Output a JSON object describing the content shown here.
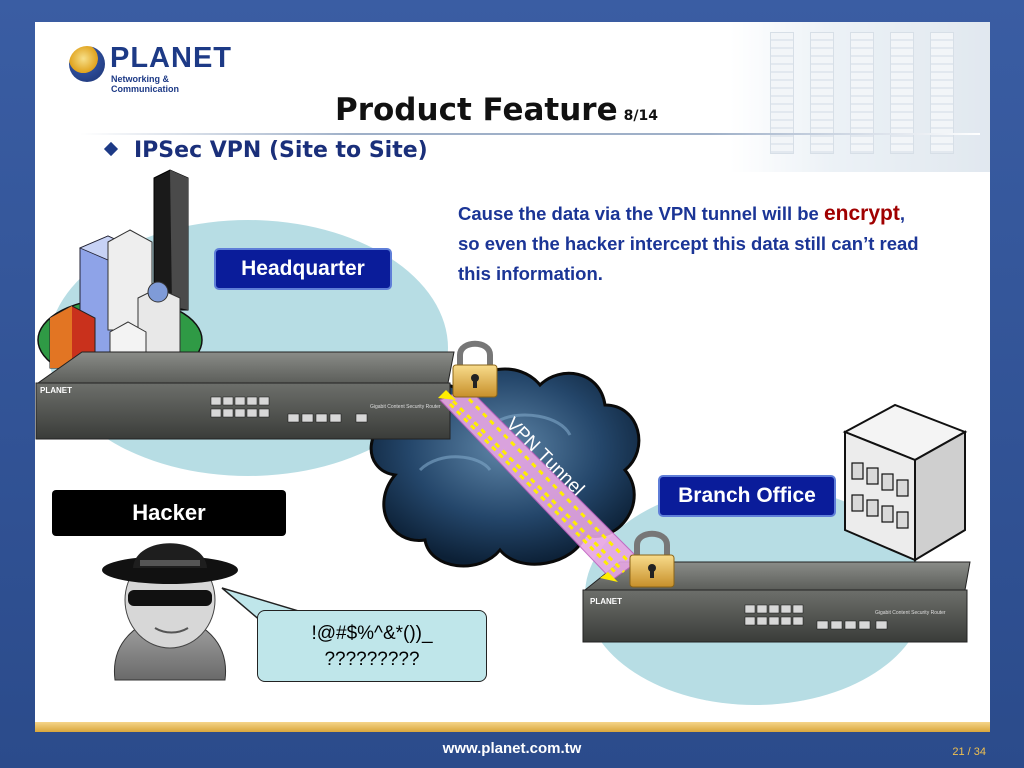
{
  "logo": {
    "name": "PLANET",
    "tagline": "Networking & Communication"
  },
  "title": {
    "text": "Product Feature",
    "page": "8/14"
  },
  "bullet": "IPSec VPN (Site to Site)",
  "explanation": {
    "part1": "Cause the data via the VPN tunnel will be ",
    "highlight": "encrypt",
    "part2": ", so even the hacker intercept this data still can’t read this information."
  },
  "labels": {
    "headquarter": "Headquarter",
    "branch_office": "Branch Office",
    "hacker": "Hacker",
    "vpn_tunnel": "VPN Tunnel"
  },
  "hacker_speech": {
    "line1": "!@#$%^&*())_",
    "line2": "?????????"
  },
  "router": {
    "brand": "PLANET",
    "model_text": "Gigabit Content Security Router"
  },
  "footer": {
    "url": "www.planet.com.tw",
    "page": "21 / 34"
  },
  "colors": {
    "accent_blue": "#0a1c9a",
    "text_blue": "#1b3596",
    "highlight_red": "#a00000",
    "gold": "#e6b44a"
  }
}
